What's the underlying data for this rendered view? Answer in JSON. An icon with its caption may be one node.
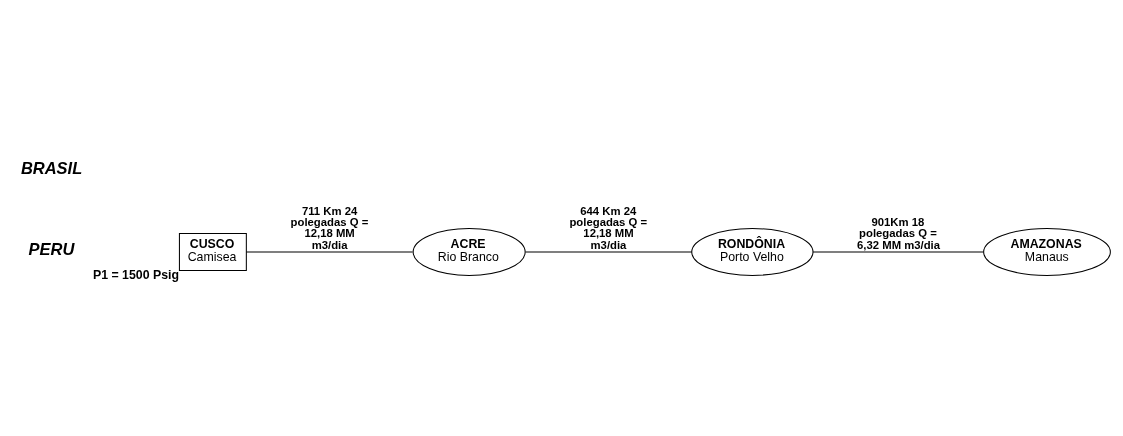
{
  "diagram": {
    "nodes": [
      {
        "text": [
          "CUSCO",
          "Camisea"
        ],
        "beside": [
          "P1 = 1500 Psig"
        ]
      },
      {
        "text": [
          "ACRE",
          "Rio Branco"
        ]
      },
      {
        "text": [
          "RONDÔNIA",
          "Porto Velho"
        ]
      },
      {
        "text": [
          "AMAZONAS",
          "Manaus"
        ]
      }
    ],
    "edges": [
      {
        "from": 0,
        "to": 1,
        "arrow": "none",
        "label": "711 Km 24 polegadas Q = 12,18 MM m3/dia"
      },
      {
        "from": 1,
        "to": 2,
        "arrow": "none",
        "label": "644 Km 24 polegadas Q = 12,18 MM m3/dia"
      },
      {
        "from": 2,
        "to": 3,
        "arrow": "none",
        "label": "901Km 18 polegadas Q = 6,32 MM m3/dia"
      }
    ],
    "labels": [
      "PERU",
      "BRASIL"
    ]
  }
}
